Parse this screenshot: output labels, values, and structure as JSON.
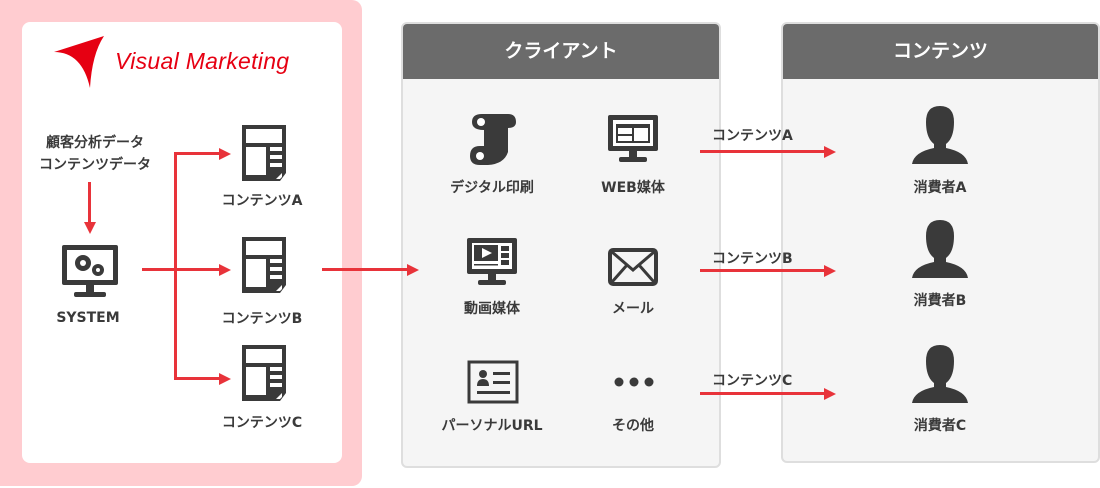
{
  "logo": {
    "text": "Visual Marketing",
    "color": "#e60012"
  },
  "system": {
    "input_line1": "顧客分析データ",
    "input_line2": "コンテンツデータ",
    "label": "SYSTEM"
  },
  "contents_docs": [
    "コンテンツA",
    "コンテンツB",
    "コンテンツC"
  ],
  "client": {
    "title": "クライアント",
    "items": [
      {
        "label": "デジタル印刷",
        "icon": "print-roll-icon"
      },
      {
        "label": "WEB媒体",
        "icon": "web-monitor-icon"
      },
      {
        "label": "動画媒体",
        "icon": "video-monitor-icon"
      },
      {
        "label": "メール",
        "icon": "mail-icon"
      },
      {
        "label": "パーソナルURL",
        "icon": "id-card-icon"
      },
      {
        "label": "その他",
        "icon": "more-icon"
      }
    ]
  },
  "arrows": [
    "コンテンツA",
    "コンテンツB",
    "コンテンツC"
  ],
  "content": {
    "title": "コンテンツ",
    "consumers": [
      "消費者A",
      "消費者B",
      "消費者C"
    ]
  },
  "colors": {
    "accent": "#e8333a",
    "pink": "#ffccd0",
    "header": "#6b6b6b",
    "icon": "#3a3a3a"
  }
}
